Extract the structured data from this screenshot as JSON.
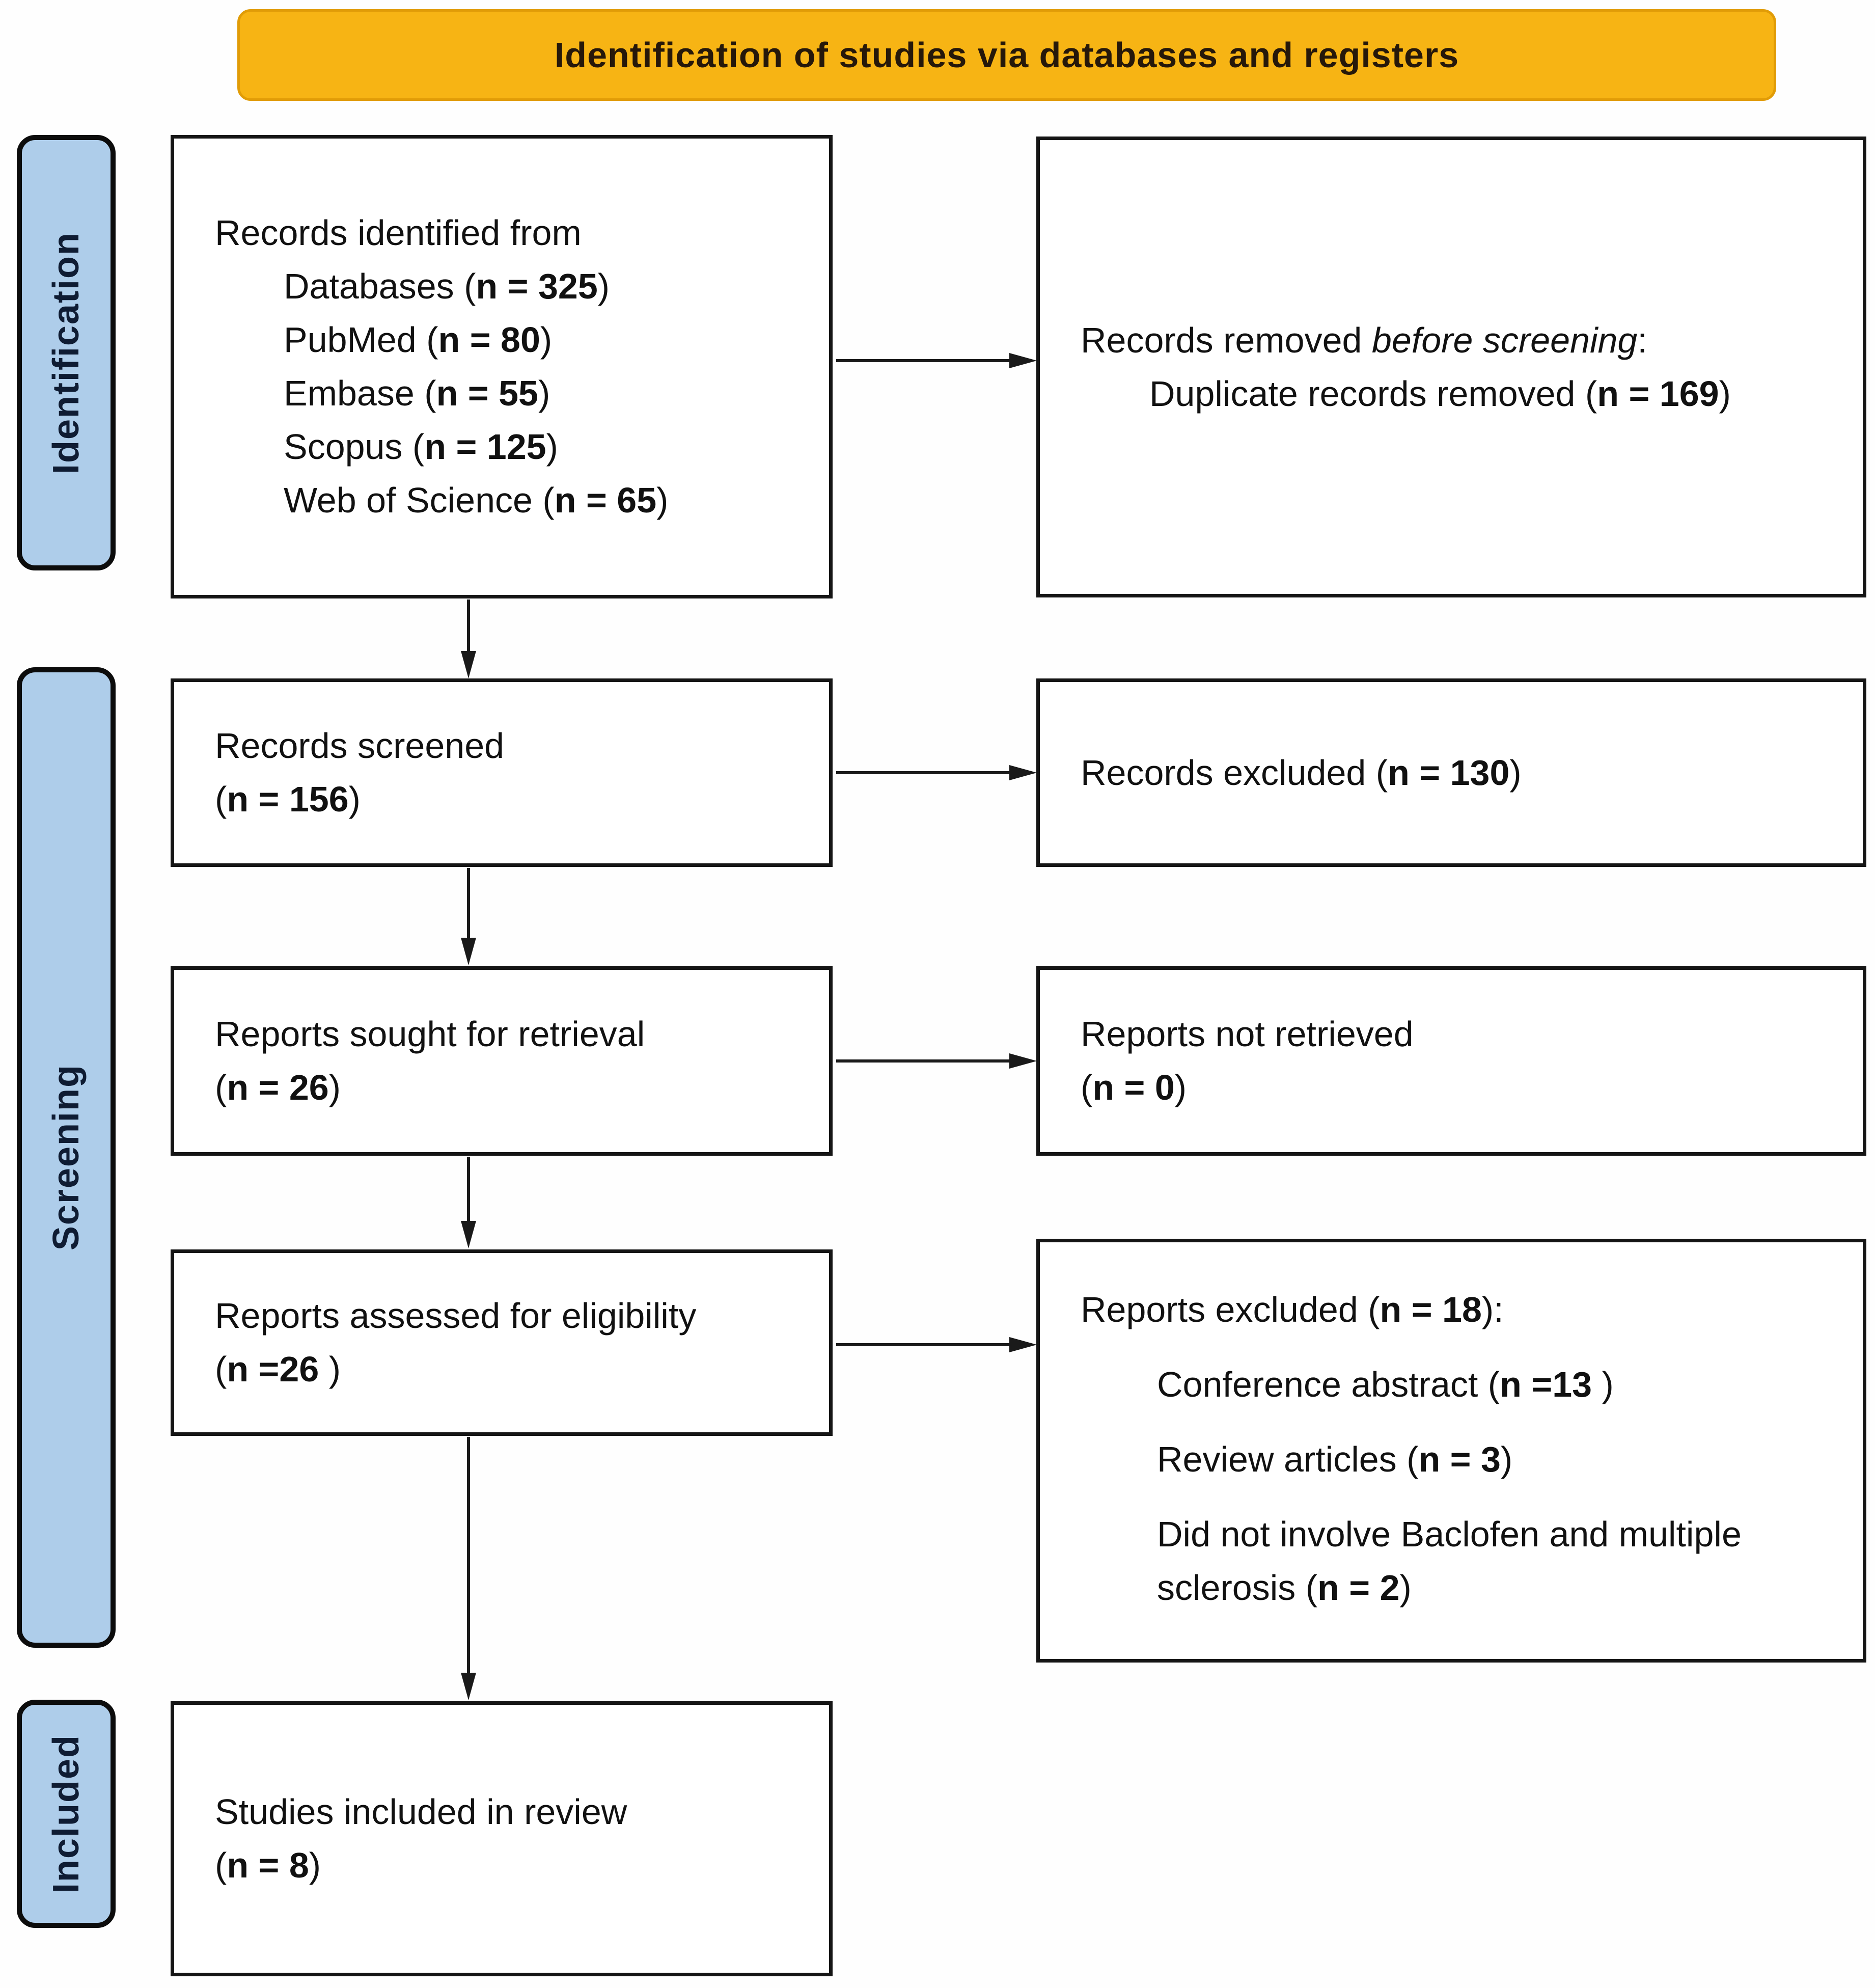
{
  "banner": {
    "label": "Identification of studies via databases and registers"
  },
  "stages": [
    {
      "label": "Identification"
    },
    {
      "label": "Screening"
    },
    {
      "label": "Included"
    }
  ],
  "boxes": {
    "records_identified": {
      "title": "Records identified from",
      "items": [
        {
          "pre": "Databases (",
          "bold": "n = 325",
          "post": ")"
        },
        {
          "pre": "PubMed (",
          "bold": "n = 80",
          "post": ")"
        },
        {
          "pre": "Embase (",
          "bold": "n = 55",
          "post": ")"
        },
        {
          "pre": "Scopus (",
          "bold": "n = 125",
          "post": ")"
        },
        {
          "pre": "Web of Science (",
          "bold": "n = 65",
          "post": ")"
        }
      ]
    },
    "records_removed": {
      "line1": {
        "pre": "Records removed ",
        "italic": "before screening",
        "post": ":"
      },
      "line2": {
        "pre": "Duplicate records removed (",
        "bold": "n = 169",
        "post": ")"
      }
    },
    "records_screened": {
      "line1": "Records screened",
      "line2": {
        "pre": "(",
        "bold": "n = 156",
        "post": ")"
      }
    },
    "records_excluded": {
      "line1": {
        "pre": "Records excluded (",
        "bold": "n = 130",
        "post": ")"
      }
    },
    "reports_sought": {
      "line1": "Reports sought for retrieval",
      "line2": {
        "pre": "(",
        "bold": "n = 26",
        "post": ")"
      }
    },
    "reports_not_retrieved": {
      "line1": "Reports not retrieved",
      "line2": {
        "pre": "(",
        "bold": "n = 0",
        "post": ")"
      }
    },
    "reports_assessed": {
      "line1": "Reports assessed for eligibility",
      "line2": {
        "pre": "(",
        "bold": "n =26",
        "post": " )"
      }
    },
    "reports_excluded": {
      "header": {
        "pre": "Reports excluded (",
        "bold": "n = 18",
        "post": "):"
      },
      "reasons": [
        {
          "pre": "Conference abstract (",
          "bold": "n =13",
          "post": " )"
        },
        {
          "pre": "Review articles (",
          "bold": "n = 3",
          "post": ")"
        },
        {
          "pre": "Did not involve Baclofen and multiple sclerosis (",
          "bold": "n = 2",
          "post": ")"
        }
      ]
    },
    "studies_included": {
      "line1": "Studies included in review",
      "line2": {
        "pre": "(",
        "bold": "n = 8",
        "post": ")"
      }
    }
  },
  "colors": {
    "page_bg": "#FEFEFE",
    "banner_bg": "#F7B414",
    "banner_border": "#E19C07",
    "banner_text": "#26180A",
    "stage_bg": "#AECDEA",
    "stage_border": "#0C0C0C",
    "stage_text": "#0F1C33",
    "box_bg": "#FFFFFF",
    "box_border": "#151515",
    "arrow": "#1A1A1A"
  }
}
